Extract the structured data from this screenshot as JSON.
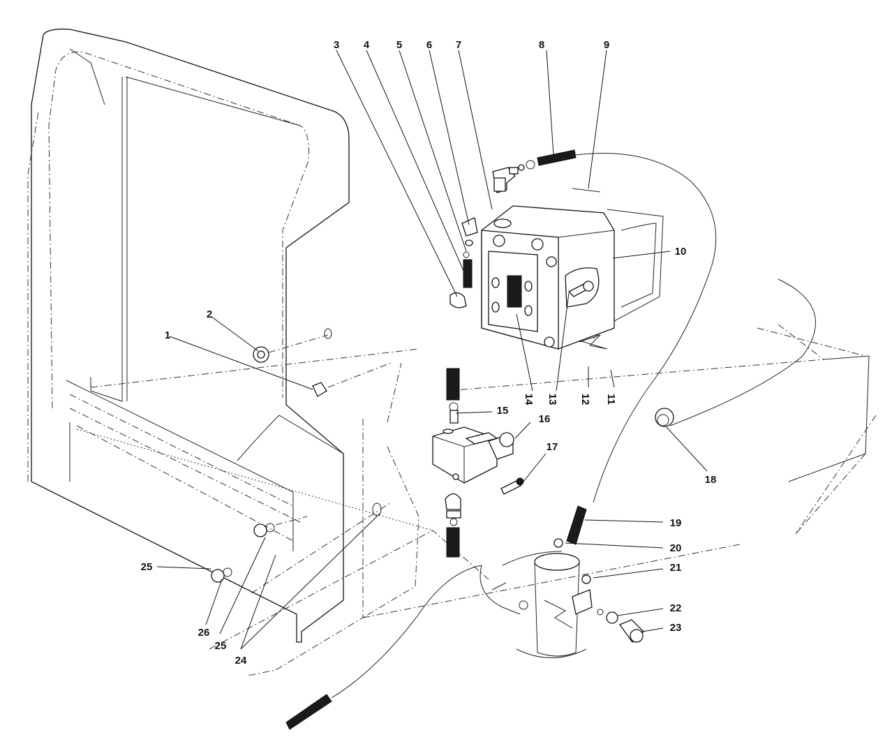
{
  "callouts": [
    "1",
    "2",
    "3",
    "4",
    "5",
    "6",
    "7",
    "8",
    "9",
    "10",
    "11",
    "12",
    "13",
    "14",
    "15",
    "16",
    "17",
    "18",
    "19",
    "20",
    "21",
    "22",
    "23",
    "24",
    "25",
    "25",
    "26"
  ]
}
